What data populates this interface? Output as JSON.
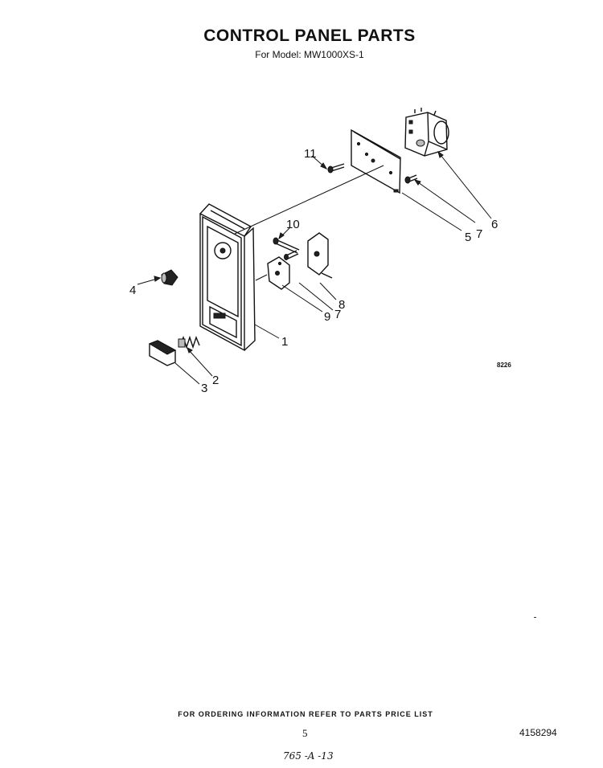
{
  "header": {
    "title": "CONTROL PANEL PARTS",
    "subtitle": "For Model: MW1000XS-1"
  },
  "diagram": {
    "illustration_code": "8226",
    "callouts": {
      "c1": "1",
      "c2": "2",
      "c3": "3",
      "c4": "4",
      "c5": "5",
      "c6": "6",
      "c7a": "7",
      "c7b": "7",
      "c8": "8",
      "c9": "9",
      "c10": "10",
      "c11": "11"
    }
  },
  "footer": {
    "note": "FOR ORDERING INFORMATION REFER TO PARTS PRICE LIST",
    "page_number": "5",
    "document_number": "4158294",
    "handwritten": "765 -A -13"
  }
}
